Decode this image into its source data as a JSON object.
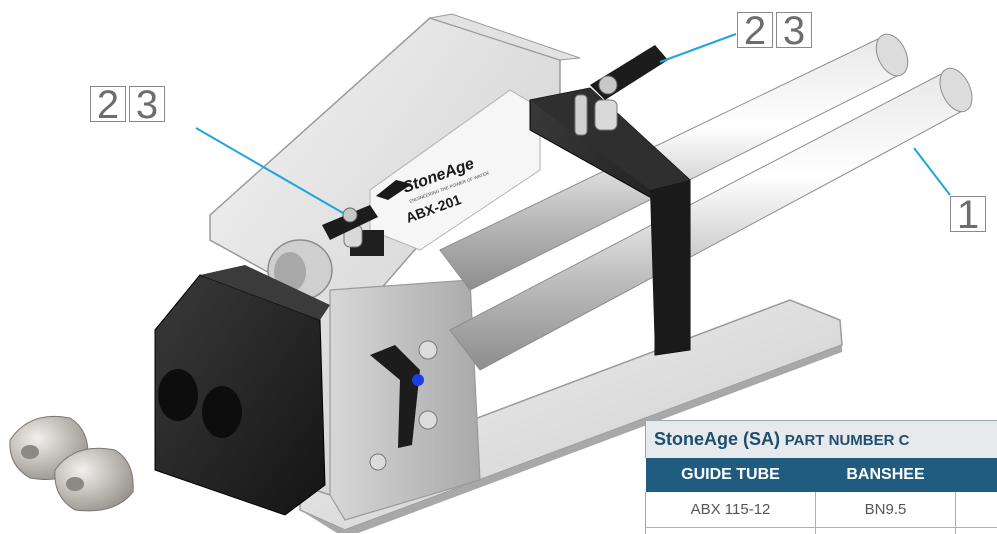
{
  "callouts": [
    {
      "id": "callout-top-right",
      "labels": [
        "2",
        "3"
      ]
    },
    {
      "id": "callout-left",
      "labels": [
        "2",
        "3"
      ]
    },
    {
      "id": "callout-right",
      "labels": [
        "1"
      ]
    }
  ],
  "product": {
    "brand": "StoneAge",
    "tagline": "ENGINEERING THE POWER OF WATER",
    "model": "ABX-201"
  },
  "part_table": {
    "title_main": "StoneAge (SA)",
    "title_sub": "PART NUMBER C",
    "headers": [
      "GUIDE TUBE",
      "BANSHEE",
      ""
    ],
    "rows": [
      [
        "ABX 115-12",
        "BN9.5",
        ""
      ]
    ]
  },
  "colors": {
    "leader": "#1ba7d9",
    "table_header": "#205b80",
    "table_title_bg": "#e6eaec",
    "table_title_text": "#1f4f6e"
  }
}
